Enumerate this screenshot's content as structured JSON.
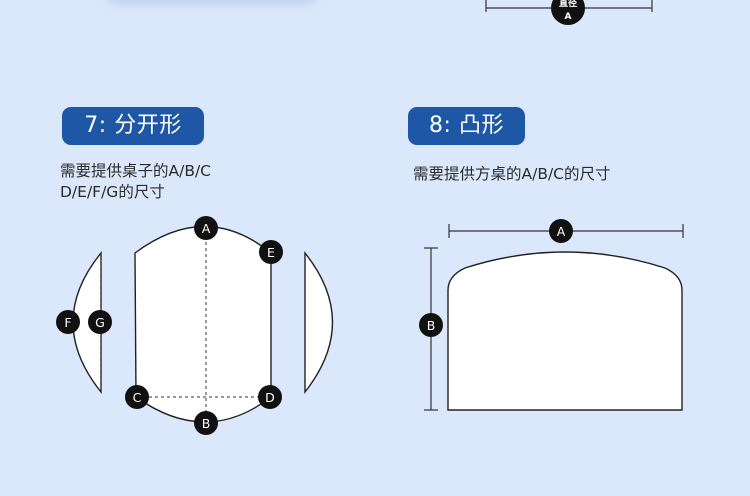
{
  "top": {
    "label_line1": "直径",
    "label_line2": "A"
  },
  "section7": {
    "title": "7: 分开形",
    "desc_line1": "需要提供桌子的A/B/C",
    "desc_line2": "D/E/F/G的尺寸",
    "markers": {
      "a": "A",
      "b": "B",
      "c": "C",
      "d": "D",
      "e": "E",
      "f": "F",
      "g": "G"
    }
  },
  "section8": {
    "title": "8: 凸形",
    "desc": "需要提供方桌的A/B/C的尺寸",
    "markers": {
      "a": "A",
      "b": "B"
    }
  },
  "colors": {
    "background": "#dbe8fb",
    "badge": "#1e57a5",
    "marker": "#111111",
    "shape_fill": "#ffffff"
  }
}
